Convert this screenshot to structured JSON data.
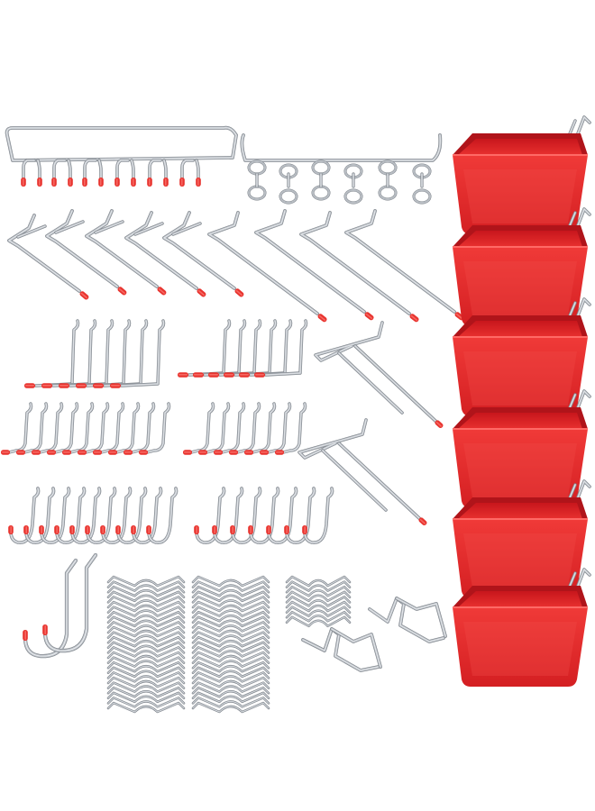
{
  "product": {
    "description_hidden": "",
    "colors": {
      "metal": "#b9bec4",
      "metal_dark": "#7d838a",
      "metal_light": "#eef1f4",
      "tip": "#e8342f",
      "tip_dark": "#b81f1b",
      "bin": "#e8282a",
      "bin_dark": "#b0141a",
      "bin_light": "#f24a47"
    },
    "groups": [
      {
        "name": "hook-strip-red-tips",
        "count": 1
      },
      {
        "name": "ring-hook-strip",
        "count": 1
      },
      {
        "name": "long-angled-hook-red-tips",
        "count": 5
      },
      {
        "name": "long-straight-hook-red-tips",
        "count": 4
      },
      {
        "name": "l-hook-set-large",
        "count": 6
      },
      {
        "name": "l-hook-set-small",
        "count": 6
      },
      {
        "name": "double-prong-hook",
        "count": 2
      },
      {
        "name": "short-l-hook-set-left",
        "count": 10
      },
      {
        "name": "short-l-hook-set-right",
        "count": 7
      },
      {
        "name": "j-hook-set-left",
        "count": 10
      },
      {
        "name": "j-hook-set-right",
        "count": 7
      },
      {
        "name": "large-j-hook",
        "count": 2
      },
      {
        "name": "wire-lock-clip-stack",
        "count": 3
      },
      {
        "name": "u-bracket-hook",
        "count": 2
      },
      {
        "name": "red-storage-bin",
        "count": 6
      }
    ]
  }
}
